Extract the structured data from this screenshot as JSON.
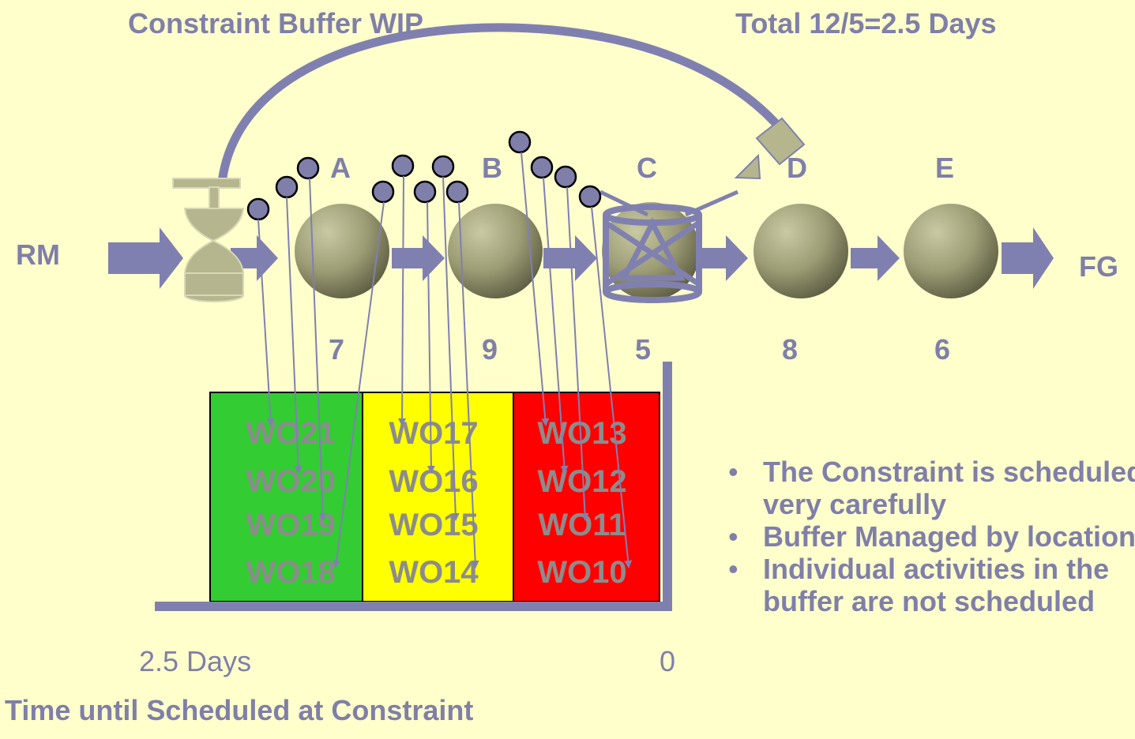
{
  "top_labels": {
    "buffer_label": "Constraint Buffer WIP",
    "total_label": "Total 12/5=2.5 Days"
  },
  "flow": {
    "start_label": "RM",
    "end_label": "FG",
    "stations": [
      {
        "name": "A",
        "time": "7"
      },
      {
        "name": "B",
        "time": "9"
      },
      {
        "name": "C",
        "time": "5"
      },
      {
        "name": "D",
        "time": "8"
      },
      {
        "name": "E",
        "time": "6"
      }
    ]
  },
  "buffer": {
    "zones": [
      {
        "color": "#33cc33",
        "work_orders": [
          "WO21",
          "WO20",
          "WO19",
          "WO18"
        ]
      },
      {
        "color": "#ffff00",
        "work_orders": [
          "WO17",
          "WO16",
          "WO15",
          "WO14"
        ]
      },
      {
        "color": "#ff0000",
        "work_orders": [
          "WO13",
          "WO12",
          "WO11",
          "WO10"
        ]
      }
    ],
    "axis_start_label": "2.5 Days",
    "axis_end_label": "0",
    "axis_title": "Time until Scheduled at Constraint"
  },
  "notes": [
    {
      "line1": "The Constraint is scheduled",
      "line2": "very carefully"
    },
    {
      "line1": "Buffer Managed by location",
      "line2": ""
    },
    {
      "line1": "Individual activities in the",
      "line2": "buffer are not scheduled"
    }
  ],
  "colors": {
    "background": "#ffffcc",
    "text": "#7f7fa9",
    "wo_text": "#8c8c8c",
    "arrow": "#8080b0",
    "machine": "#b5b58e"
  }
}
